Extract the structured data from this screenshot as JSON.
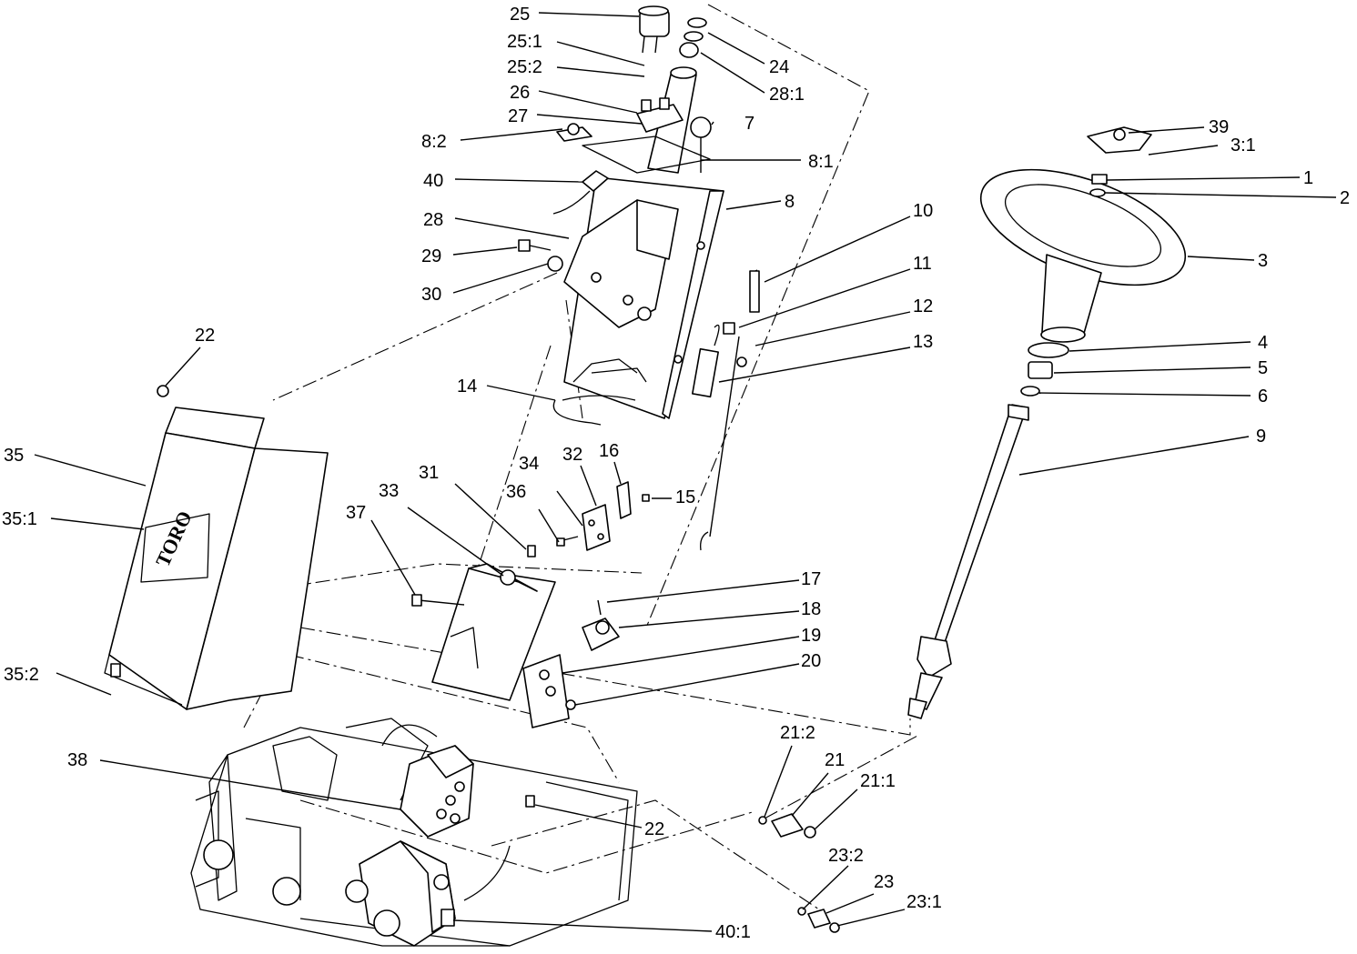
{
  "brand": {
    "logo_text": "TORO"
  },
  "callouts": [
    {
      "id": "25"
    },
    {
      "id": "25:1"
    },
    {
      "id": "25:2"
    },
    {
      "id": "26"
    },
    {
      "id": "27"
    },
    {
      "id": "8:2"
    },
    {
      "id": "40"
    },
    {
      "id": "28"
    },
    {
      "id": "29"
    },
    {
      "id": "30"
    },
    {
      "id": "24"
    },
    {
      "id": "28:1"
    },
    {
      "id": "7"
    },
    {
      "id": "8:1"
    },
    {
      "id": "8"
    },
    {
      "id": "10"
    },
    {
      "id": "11"
    },
    {
      "id": "12"
    },
    {
      "id": "13"
    },
    {
      "id": "14"
    },
    {
      "id": "39"
    },
    {
      "id": "3:1"
    },
    {
      "id": "1"
    },
    {
      "id": "2"
    },
    {
      "id": "3"
    },
    {
      "id": "4"
    },
    {
      "id": "5"
    },
    {
      "id": "6"
    },
    {
      "id": "9"
    },
    {
      "id": "22"
    },
    {
      "id": "35"
    },
    {
      "id": "35:1"
    },
    {
      "id": "35:2"
    },
    {
      "id": "32"
    },
    {
      "id": "16"
    },
    {
      "id": "34"
    },
    {
      "id": "15"
    },
    {
      "id": "31"
    },
    {
      "id": "36"
    },
    {
      "id": "33"
    },
    {
      "id": "37"
    },
    {
      "id": "17"
    },
    {
      "id": "18"
    },
    {
      "id": "19"
    },
    {
      "id": "20"
    },
    {
      "id": "38"
    },
    {
      "id": "22"
    },
    {
      "id": "21:2"
    },
    {
      "id": "21"
    },
    {
      "id": "21:1"
    },
    {
      "id": "23:2"
    },
    {
      "id": "23"
    },
    {
      "id": "23:1"
    },
    {
      "id": "40:1"
    }
  ]
}
